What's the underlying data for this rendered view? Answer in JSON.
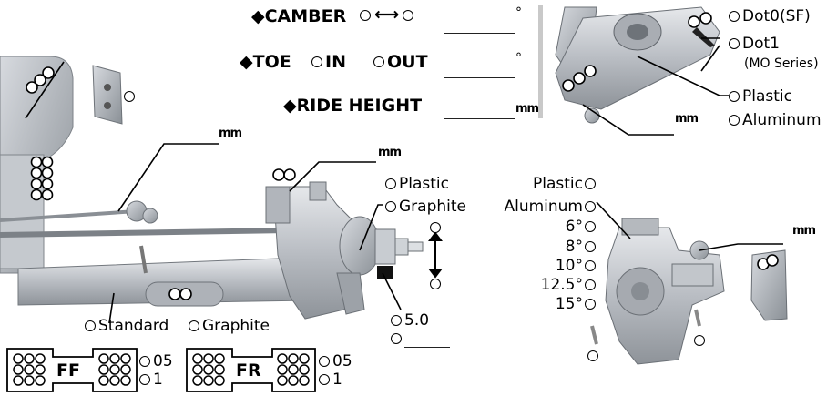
{
  "settings": {
    "camber": "◆CAMBER",
    "camber_arrow": "⟷",
    "deg": "°",
    "toe": "◆TOE",
    "toe_in": "IN",
    "toe_out": "OUT",
    "ride_height": "◆RIDE HEIGHT",
    "mm": "mm"
  },
  "top_right": {
    "dot0": "Dot0(SF)",
    "dot1": "Dot1",
    "dot1_sub": "(MO Series)",
    "plastic": "Plastic",
    "aluminum": "Aluminum",
    "mm": "mm"
  },
  "left": {
    "mm_upper": "mm",
    "mm_lower": "mm",
    "standard": "Standard",
    "graphite": "Graphite"
  },
  "upright_side": {
    "plastic": "Plastic",
    "graphite": "Graphite",
    "offset": "5.0"
  },
  "hub_options": {
    "plastic": "Plastic",
    "aluminum": "Aluminum",
    "angles": [
      "6°",
      "8°",
      "10°",
      "12.5°",
      "15°"
    ],
    "mm": "mm"
  },
  "mounts": {
    "ff": "FF",
    "fr": "FR",
    "opt_05": "05",
    "opt_1": "1"
  }
}
